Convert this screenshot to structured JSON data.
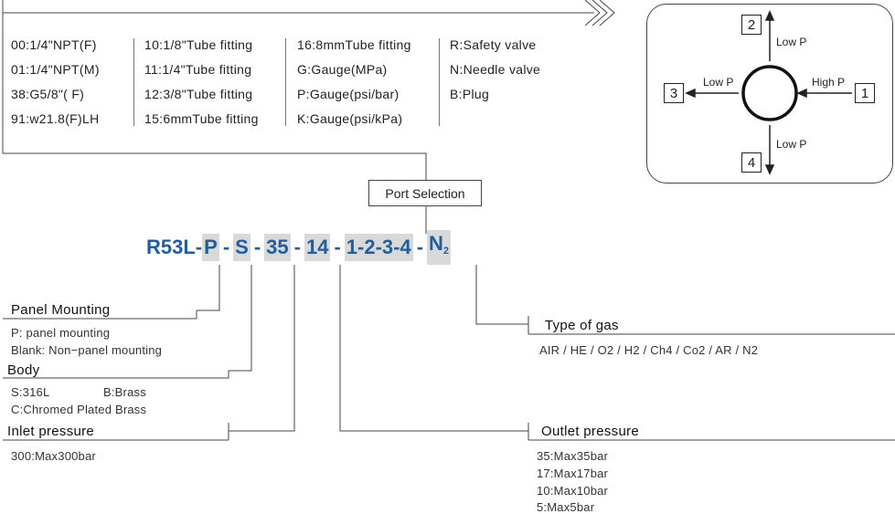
{
  "ports": {
    "col1": [
      "00:1/4\"NPT(F)",
      "01:1/4\"NPT(M)",
      "38:G5/8\"( F)",
      "91:w21.8(F)LH"
    ],
    "col2": [
      "10:1/8\"Tube fitting",
      "11:1/4\"Tube fitting",
      "12:3/8\"Tube fitting",
      "15:6mmTube fitting"
    ],
    "col3": [
      "16:8mmTube fitting",
      "G:Gauge(MPa)",
      "P:Gauge(psi/bar)",
      "K:Gauge(psi/kPa)"
    ],
    "col4": [
      "R:Safety valve",
      "N:Needle valve",
      "B:Plug"
    ]
  },
  "port_selection": "Port Selection",
  "code": {
    "prefix": "R53L-",
    "p": "P",
    "s": "S",
    "inlet": "35",
    "outlet": "14",
    "ports": "1-2-3-4",
    "gas": "N",
    "gas_sub": "2",
    "dash": "-"
  },
  "panel": {
    "title": "Panel Mounting",
    "lines": [
      "P: panel mounting",
      "Blank: Non−panel mounting"
    ]
  },
  "body": {
    "title": "Body",
    "s": "S:316L",
    "b": "B:Brass",
    "c": "C:Chromed Plated Brass"
  },
  "inlet": {
    "title": "Inlet pressure",
    "lines": [
      "300:Max300bar"
    ]
  },
  "gas": {
    "title": "Type of gas",
    "list": "AIR / HE / O2  / H2  / Ch4 / Co2  / AR / N2"
  },
  "outlet": {
    "title": "Outlet pressure",
    "lines": [
      "35:Max35bar",
      "17:Max17bar",
      "10:Max10bar",
      "5:Max5bar"
    ]
  },
  "flow": {
    "n1": "1",
    "n2": "2",
    "n3": "3",
    "n4": "4",
    "high": "High P",
    "low_top": "Low P",
    "low_left": "Low P",
    "low_bottom": "Low P"
  }
}
